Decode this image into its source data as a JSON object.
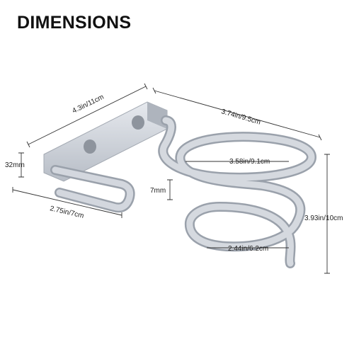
{
  "title": "DIMENSIONS",
  "dimensions": {
    "base_length": "4.3in/11cm",
    "base_height": "32mm",
    "hook_depth": "2.75in/7cm",
    "arm_length": "3.74in/9.5cm",
    "upper_ring_diameter": "3.58in/9.1cm",
    "tube_thickness": "7mm",
    "lower_ring_diameter": "2.44in/6.2cm",
    "total_height": "3.93in/10cm"
  },
  "colors": {
    "metal": "#c9ced6",
    "metal_shadow": "#9aa1ab",
    "metal_highlight": "#eef0f3",
    "dimension_line": "#333333"
  }
}
